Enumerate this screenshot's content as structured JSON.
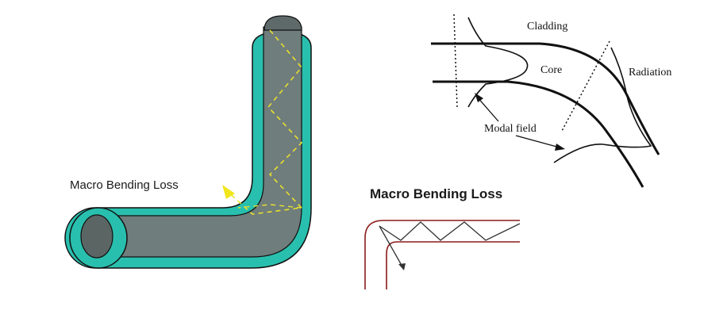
{
  "left_diagram": {
    "label": "Macro Bending Loss",
    "colors": {
      "cladding": "#29bfae",
      "core": "#6f7d7c",
      "ray": "#e8e02c",
      "outline": "#111111"
    }
  },
  "modal_diagram": {
    "cladding_label": "Cladding",
    "core_label": "Core",
    "radiation_label": "Radiation",
    "modal_field_label": "Modal field"
  },
  "small_diagram": {
    "title": "Macro Bending Loss",
    "colors": {
      "boundary": "#8b1a1a",
      "ray": "#333333"
    }
  }
}
